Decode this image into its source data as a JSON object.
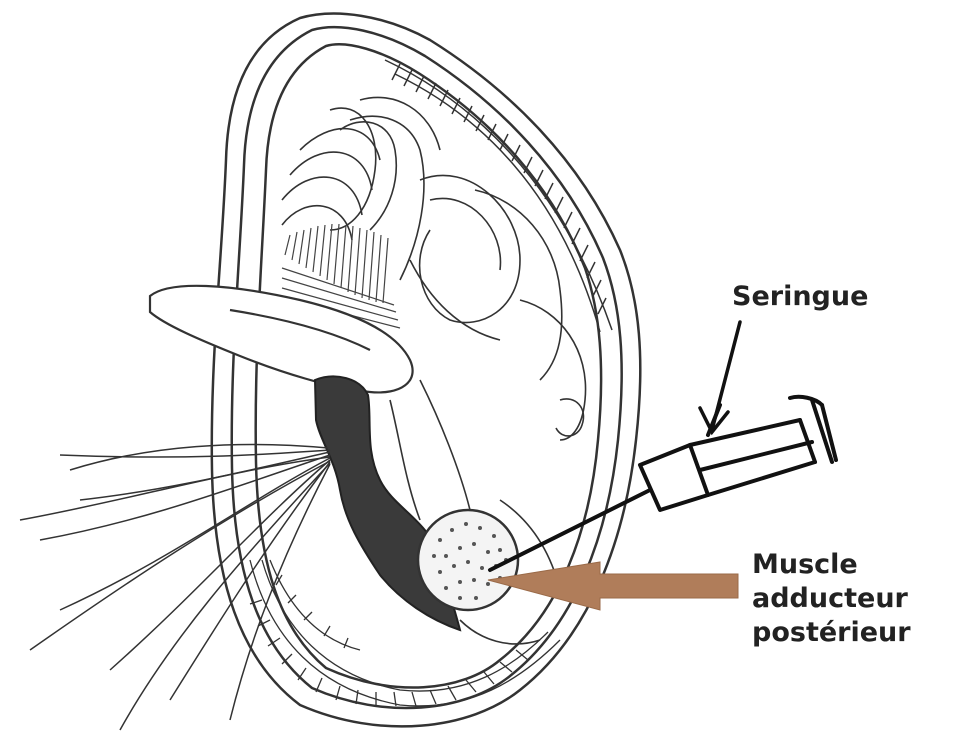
{
  "labels": {
    "syringe": "Seringue",
    "muscle_line1": "Muscle",
    "muscle_line2": "adducteur",
    "muscle_line3": "postérieur"
  },
  "colors": {
    "ink": "#222222",
    "arrow": "#b07d5a",
    "shading": "#3a3a3a",
    "background": "#ffffff"
  }
}
